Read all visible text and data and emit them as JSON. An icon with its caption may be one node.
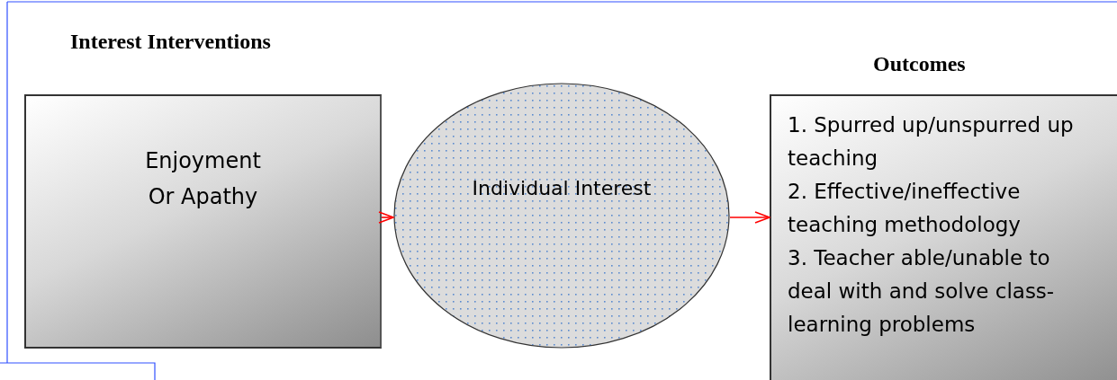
{
  "diagram": {
    "nodes": [
      {
        "text": [
          "Interest Interventions",
          "Enjoyment Or Apathy"
        ]
      },
      {
        "text": [
          "Individual Interest"
        ]
      },
      {
        "text": [
          "Outcomes",
          "1. Spurred up/unspurred up teaching",
          "2. Effective/ineffective teaching methodology",
          "3. Teacher able/unable to deal with and solve class-learning problems"
        ]
      }
    ],
    "edges": [
      {
        "from": 0,
        "to": 1,
        "arrow": "to",
        "color": "#ff0000"
      },
      {
        "from": 1,
        "to": 2,
        "arrow": "to",
        "color": "#ff0000"
      }
    ]
  }
}
